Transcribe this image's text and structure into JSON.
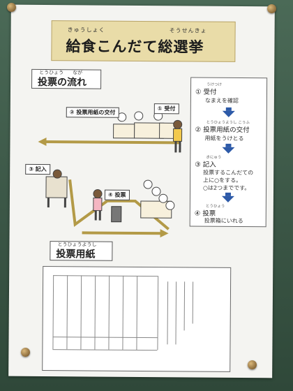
{
  "title": {
    "ruby_left": "きゅうしょく",
    "ruby_right": "そうせんきょ",
    "main": "給食こんだて総選挙"
  },
  "flow_section": {
    "ruby_left": "とうひょう",
    "ruby_right": "なが",
    "label": "投票の流れ"
  },
  "paper_section": {
    "ruby": "とうひょうようし",
    "label": "投票用紙"
  },
  "diagram_tags": {
    "receive": "① 受付",
    "ballot_issue": "② 投票用紙の交付",
    "write": "③ 記入",
    "vote": "④ 投票"
  },
  "steps": [
    {
      "ruby": "うけつけ",
      "title": "① 受付",
      "sub": "なまえを確認"
    },
    {
      "ruby": "とうひょうようし こうふ",
      "title": "② 投票用紙の交付",
      "sub": "用紙をうけとる"
    },
    {
      "ruby": "きにゅう",
      "title": "③ 記入",
      "sub": "投票するこんだての",
      "sub2": "上に○をする。",
      "sub3": "○は2つまでです。"
    },
    {
      "ruby": "とうひょう",
      "title": "④ 投票",
      "sub": "投票箱にいれる"
    }
  ],
  "colors": {
    "gold": "#b39a47",
    "accent_blue": "#2d5aa8",
    "title_bg": "#e9dca8"
  }
}
